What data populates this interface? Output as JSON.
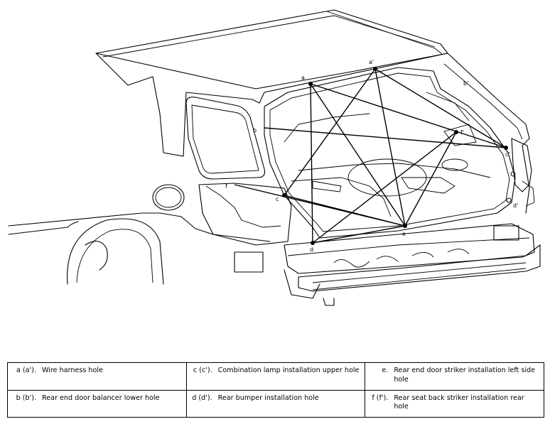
{
  "diagram": {
    "point_labels": {
      "a": "a",
      "a_prime": "a'",
      "b": "b",
      "b_prime": "b'",
      "c": "c",
      "c_prime": "c'",
      "d": "d",
      "d_prime": "d'",
      "e": "e",
      "f": "f",
      "f_prime": "f'"
    }
  },
  "legend": [
    [
      {
        "key": "a (a').",
        "text": "Wire harness hole"
      },
      {
        "key": "c (c').",
        "text": "Combination lamp installation upper hole"
      },
      {
        "key": "e.",
        "text": "Rear end door striker installation left side hole"
      }
    ],
    [
      {
        "key": "b (b').",
        "text": "Rear end door balancer lower hole"
      },
      {
        "key": "d (d').",
        "text": "Rear bumper installation hole"
      },
      {
        "key": "f (f').",
        "text": "Rear seat back striker installation rear hole"
      }
    ]
  ]
}
